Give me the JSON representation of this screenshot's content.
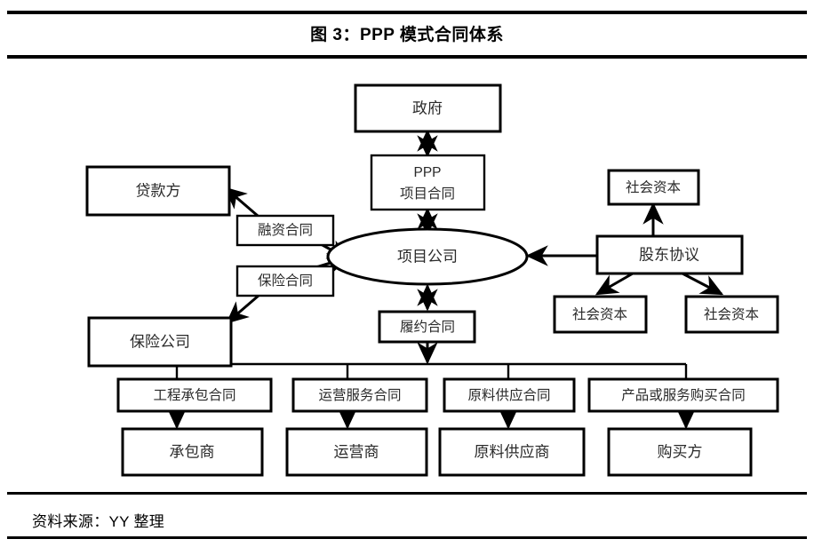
{
  "figure": {
    "title": "图 3：PPP 模式合同体系",
    "source": "资料来源：YY 整理"
  },
  "diagram": {
    "type": "flowchart",
    "nodes": {
      "government": "政府",
      "ppp_contract_line1": "PPP",
      "ppp_contract_line2": "项目合同",
      "project_company": "项目公司",
      "lender": "贷款方",
      "financing_contract": "融资合同",
      "insurance_contract": "保险合同",
      "insurance_company": "保险公司",
      "social_capital_top": "社会资本",
      "shareholder_agreement": "股东协议",
      "social_capital_left": "社会资本",
      "social_capital_right": "社会资本",
      "performance_contract": "履约合同",
      "contract_engineering": "工程承包合同",
      "contract_operation": "运营服务合同",
      "contract_material": "原料供应合同",
      "contract_purchase": "产品或服务购买合同",
      "party_contractor": "承包商",
      "party_operator": "运营商",
      "party_supplier": "原料供应商",
      "party_buyer": "购买方"
    },
    "colors": {
      "stroke": "#000000",
      "fill": "#ffffff",
      "text": "#2a2a2a"
    }
  }
}
